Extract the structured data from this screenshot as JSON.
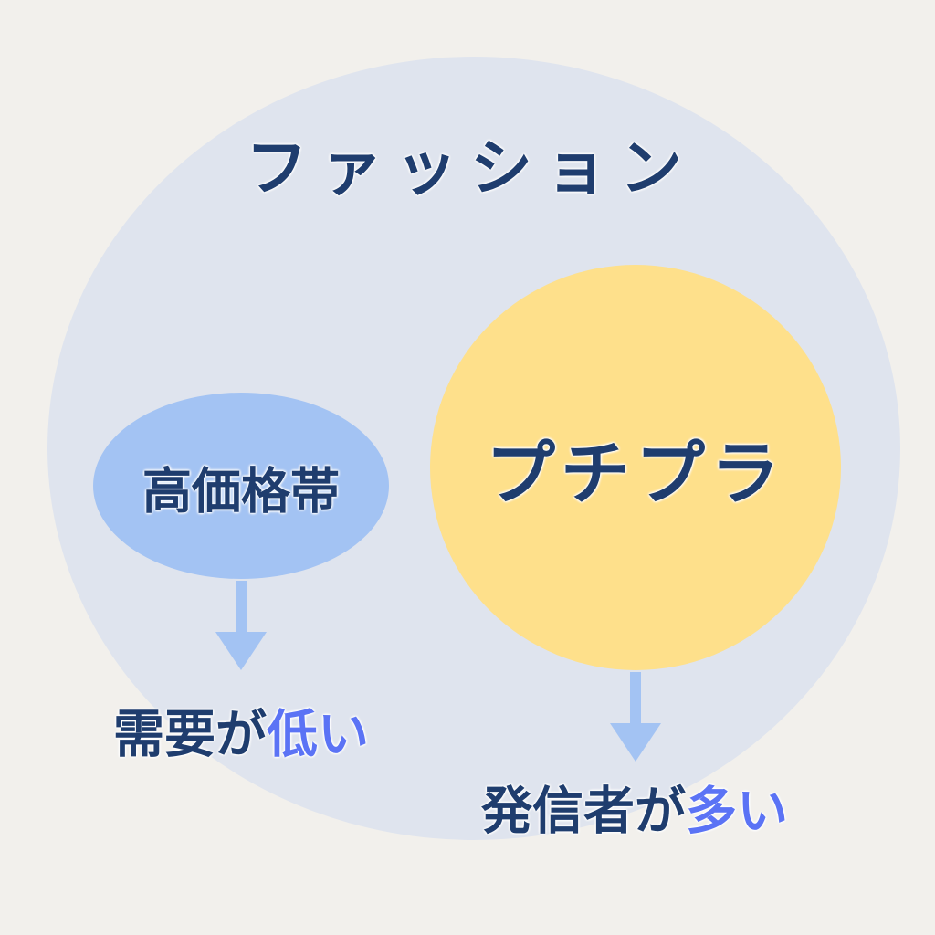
{
  "title": "ファッション",
  "high_price": {
    "label": "高価格帯",
    "result_prefix": "需要が",
    "result_accent": "低い"
  },
  "petit_price": {
    "label": "プチプラ",
    "result_prefix": "発信者が",
    "result_accent": "多い"
  },
  "colors": {
    "background": "#f2f0ec",
    "outer": "#dfe4ee",
    "high": "#a3c3f3",
    "petit": "#fee08b",
    "text": "#1f3d6e",
    "accent": "#5b73f5",
    "arrow": "#a3c3f3"
  }
}
